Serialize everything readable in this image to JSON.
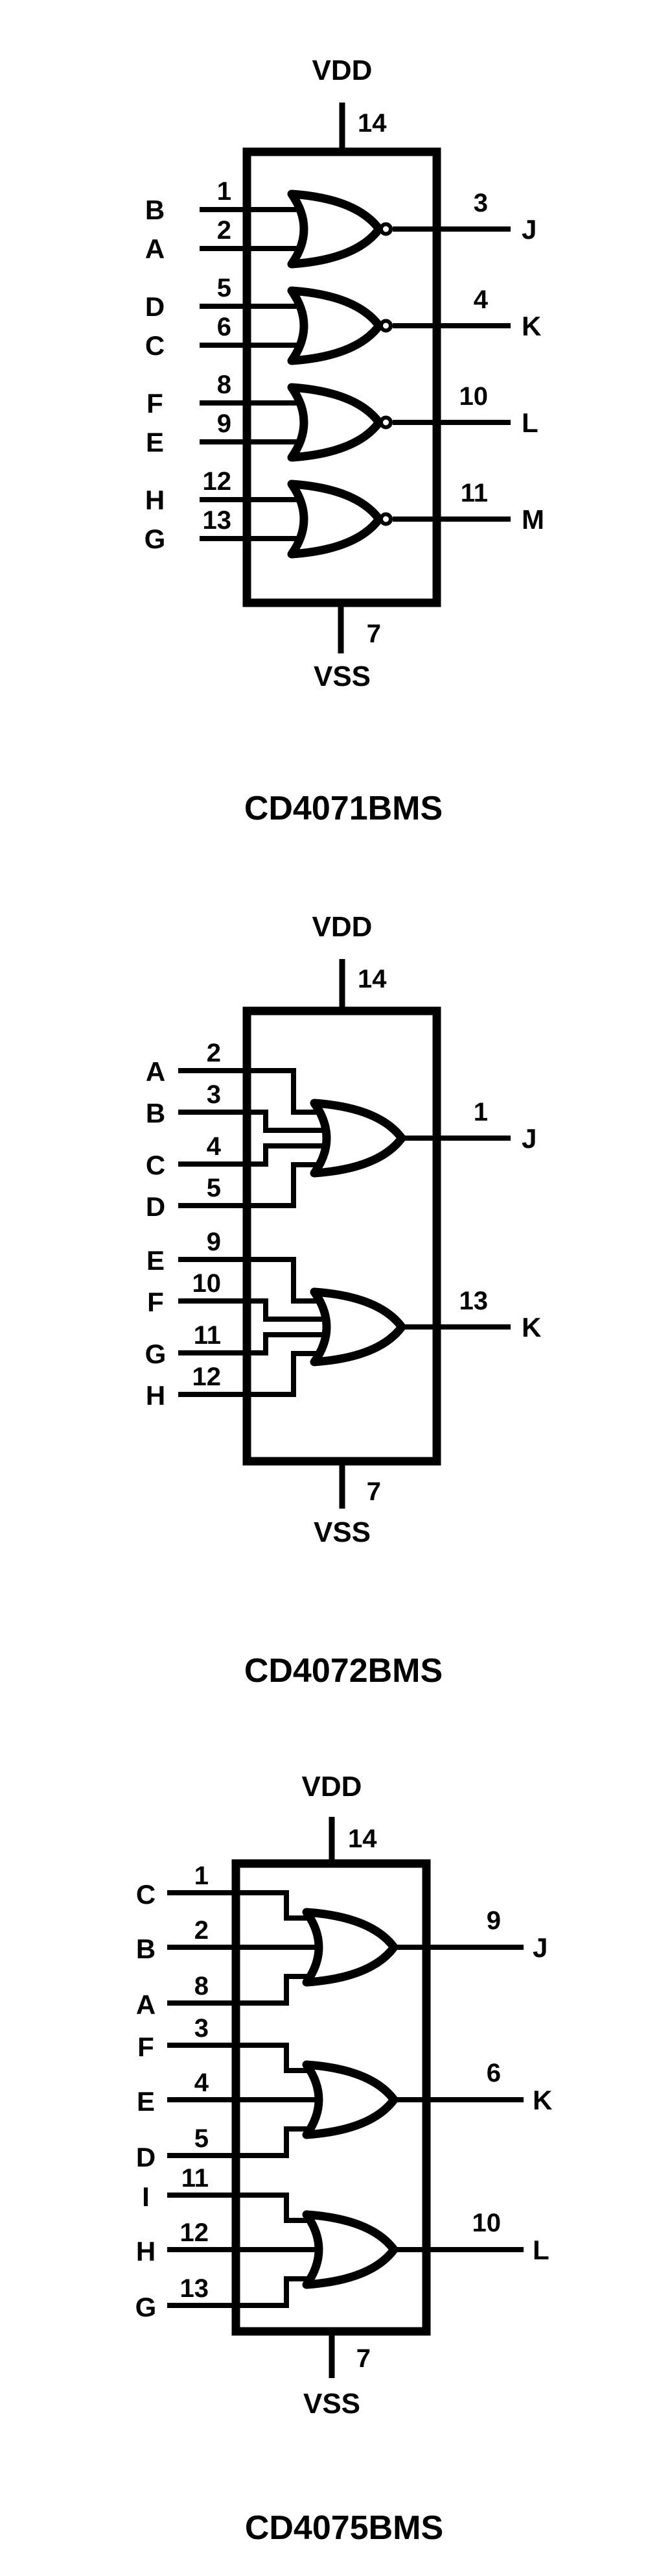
{
  "colors": {
    "background": "#ffffff",
    "ink": "#000000"
  },
  "chips": [
    {
      "caption": "CD4071BMS",
      "vdd_label": "VDD",
      "vdd_pin": "14",
      "vss_label": "VSS",
      "vss_pin": "7",
      "gates": [
        {
          "inputs": [
            {
              "pin": "1",
              "net": "B"
            },
            {
              "pin": "2",
              "net": "A"
            }
          ],
          "output": {
            "pin": "3",
            "net": "J"
          }
        },
        {
          "inputs": [
            {
              "pin": "5",
              "net": "D"
            },
            {
              "pin": "6",
              "net": "C"
            }
          ],
          "output": {
            "pin": "4",
            "net": "K"
          }
        },
        {
          "inputs": [
            {
              "pin": "8",
              "net": "F"
            },
            {
              "pin": "9",
              "net": "E"
            }
          ],
          "output": {
            "pin": "10",
            "net": "L"
          }
        },
        {
          "inputs": [
            {
              "pin": "12",
              "net": "H"
            },
            {
              "pin": "13",
              "net": "G"
            }
          ],
          "output": {
            "pin": "11",
            "net": "M"
          }
        }
      ]
    },
    {
      "caption": "CD4072BMS",
      "vdd_label": "VDD",
      "vdd_pin": "14",
      "vss_label": "VSS",
      "vss_pin": "7",
      "gates": [
        {
          "inputs": [
            {
              "pin": "2",
              "net": "A"
            },
            {
              "pin": "3",
              "net": "B"
            },
            {
              "pin": "4",
              "net": "C"
            },
            {
              "pin": "5",
              "net": "D"
            }
          ],
          "output": {
            "pin": "1",
            "net": "J"
          }
        },
        {
          "inputs": [
            {
              "pin": "9",
              "net": "E"
            },
            {
              "pin": "10",
              "net": "F"
            },
            {
              "pin": "11",
              "net": "G"
            },
            {
              "pin": "12",
              "net": "H"
            }
          ],
          "output": {
            "pin": "13",
            "net": "K"
          }
        }
      ]
    },
    {
      "caption": "CD4075BMS",
      "vdd_label": "VDD",
      "vdd_pin": "14",
      "vss_label": "VSS",
      "vss_pin": "7",
      "gates": [
        {
          "inputs": [
            {
              "pin": "1",
              "net": "C"
            },
            {
              "pin": "2",
              "net": "B"
            },
            {
              "pin": "8",
              "net": "A"
            }
          ],
          "output": {
            "pin": "9",
            "net": "J"
          }
        },
        {
          "inputs": [
            {
              "pin": "3",
              "net": "F"
            },
            {
              "pin": "4",
              "net": "E"
            },
            {
              "pin": "5",
              "net": "D"
            }
          ],
          "output": {
            "pin": "6",
            "net": "K"
          }
        },
        {
          "inputs": [
            {
              "pin": "11",
              "net": "I"
            },
            {
              "pin": "12",
              "net": "H"
            },
            {
              "pin": "13",
              "net": "G"
            }
          ],
          "output": {
            "pin": "10",
            "net": "L"
          }
        }
      ]
    }
  ]
}
